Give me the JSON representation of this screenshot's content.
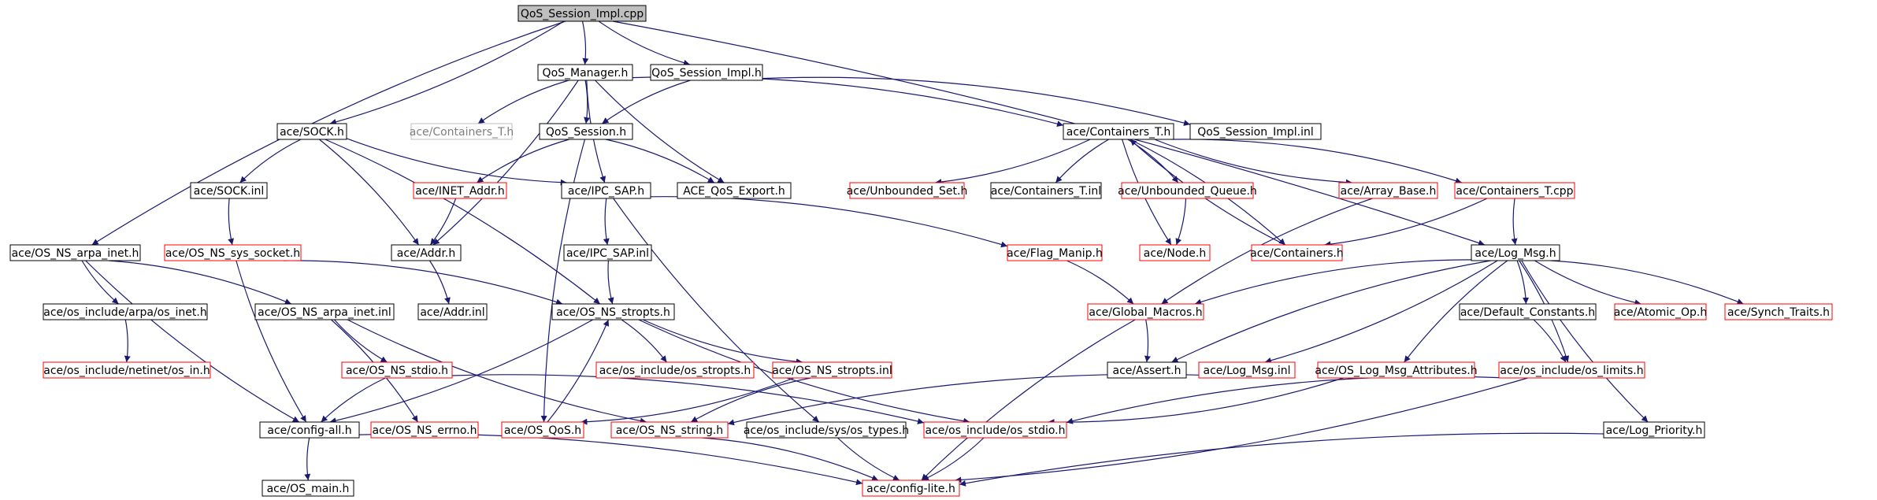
{
  "colors": {
    "edge": "#191970",
    "root_fill": "#bfbfbf",
    "external_border": "#ff0000",
    "documented_border": "#000000",
    "undocumented_border": "#bfbfbf",
    "undocumented_text": "#7f7f7f"
  },
  "nodes": [
    {
      "id": "root",
      "label": "QoS_Session_Impl.cpp",
      "kind": "root"
    },
    {
      "id": "qos_manager_h",
      "label": "QoS_Manager.h",
      "kind": "documented"
    },
    {
      "id": "qos_session_impl_h",
      "label": "QoS_Session_Impl.h",
      "kind": "documented"
    },
    {
      "id": "ace_sock_h",
      "label": "ace/SOCK.h",
      "kind": "documented"
    },
    {
      "id": "ace_containers_t_h_grey",
      "label": "ace/Containers_T.h",
      "kind": "undocumented"
    },
    {
      "id": "qos_session_h",
      "label": "QoS_Session.h",
      "kind": "documented"
    },
    {
      "id": "ace_containers_t_h",
      "label": "ace/Containers_T.h",
      "kind": "documented"
    },
    {
      "id": "qos_session_impl_inl",
      "label": "QoS_Session_Impl.inl",
      "kind": "documented"
    },
    {
      "id": "ace_sock_inl",
      "label": "ace/SOCK.inl",
      "kind": "documented"
    },
    {
      "id": "ace_inet_addr_h",
      "label": "ace/INET_Addr.h",
      "kind": "external"
    },
    {
      "id": "ace_ipc_sap_h",
      "label": "ace/IPC_SAP.h",
      "kind": "documented"
    },
    {
      "id": "ace_qos_export_h",
      "label": "ACE_QoS_Export.h",
      "kind": "documented"
    },
    {
      "id": "ace_unbounded_set_h",
      "label": "ace/Unbounded_Set.h",
      "kind": "external"
    },
    {
      "id": "ace_containers_t_inl",
      "label": "ace/Containers_T.inl",
      "kind": "documented"
    },
    {
      "id": "ace_unbounded_queue_h",
      "label": "ace/Unbounded_Queue.h",
      "kind": "external"
    },
    {
      "id": "ace_array_base_h",
      "label": "ace/Array_Base.h",
      "kind": "external"
    },
    {
      "id": "ace_containers_t_cpp",
      "label": "ace/Containers_T.cpp",
      "kind": "external"
    },
    {
      "id": "ace_os_ns_arpa_inet_h",
      "label": "ace/OS_NS_arpa_inet.h",
      "kind": "documented"
    },
    {
      "id": "ace_os_ns_sys_socket_h",
      "label": "ace/OS_NS_sys_socket.h",
      "kind": "external"
    },
    {
      "id": "ace_addr_h",
      "label": "ace/Addr.h",
      "kind": "documented"
    },
    {
      "id": "ace_ipc_sap_inl",
      "label": "ace/IPC_SAP.inl",
      "kind": "documented"
    },
    {
      "id": "ace_flag_manip_h",
      "label": "ace/Flag_Manip.h",
      "kind": "external"
    },
    {
      "id": "ace_node_h",
      "label": "ace/Node.h",
      "kind": "external"
    },
    {
      "id": "ace_containers_h",
      "label": "ace/Containers.h",
      "kind": "external"
    },
    {
      "id": "ace_log_msg_h",
      "label": "ace/Log_Msg.h",
      "kind": "documented"
    },
    {
      "id": "ace_os_include_arpa_os_inet_h",
      "label": "ace/os_include/arpa/os_inet.h",
      "kind": "documented"
    },
    {
      "id": "ace_os_ns_arpa_inet_inl",
      "label": "ace/OS_NS_arpa_inet.inl",
      "kind": "documented"
    },
    {
      "id": "ace_addr_inl",
      "label": "ace/Addr.inl",
      "kind": "documented"
    },
    {
      "id": "ace_os_ns_stropts_h",
      "label": "ace/OS_NS_stropts.h",
      "kind": "documented"
    },
    {
      "id": "ace_global_macros_h",
      "label": "ace/Global_Macros.h",
      "kind": "external"
    },
    {
      "id": "ace_default_constants_h",
      "label": "ace/Default_Constants.h",
      "kind": "documented"
    },
    {
      "id": "ace_atomic_op_h",
      "label": "ace/Atomic_Op.h",
      "kind": "external"
    },
    {
      "id": "ace_synch_traits_h",
      "label": "ace/Synch_Traits.h",
      "kind": "external"
    },
    {
      "id": "ace_os_include_netinet_os_in_h",
      "label": "ace/os_include/netinet/os_in.h",
      "kind": "external"
    },
    {
      "id": "ace_os_ns_stdio_h",
      "label": "ace/OS_NS_stdio.h",
      "kind": "external"
    },
    {
      "id": "ace_os_include_os_stropts_h",
      "label": "ace/os_include/os_stropts.h",
      "kind": "external"
    },
    {
      "id": "ace_os_ns_stropts_inl",
      "label": "ace/OS_NS_stropts.inl",
      "kind": "external"
    },
    {
      "id": "ace_assert_h",
      "label": "ace/Assert.h",
      "kind": "documented"
    },
    {
      "id": "ace_log_msg_inl",
      "label": "ace/Log_Msg.inl",
      "kind": "external"
    },
    {
      "id": "ace_os_log_msg_attributes_h",
      "label": "ace/OS_Log_Msg_Attributes.h",
      "kind": "external"
    },
    {
      "id": "ace_os_include_os_limits_h",
      "label": "ace/os_include/os_limits.h",
      "kind": "external"
    },
    {
      "id": "ace_config_all_h",
      "label": "ace/config-all.h",
      "kind": "documented"
    },
    {
      "id": "ace_os_ns_errno_h",
      "label": "ace/OS_NS_errno.h",
      "kind": "external"
    },
    {
      "id": "ace_os_qos_h",
      "label": "ace/OS_QoS.h",
      "kind": "external"
    },
    {
      "id": "ace_os_ns_string_h",
      "label": "ace/OS_NS_string.h",
      "kind": "external"
    },
    {
      "id": "ace_os_include_sys_os_types_h",
      "label": "ace/os_include/sys/os_types.h",
      "kind": "documented"
    },
    {
      "id": "ace_os_include_os_stdio_h",
      "label": "ace/os_include/os_stdio.h",
      "kind": "external"
    },
    {
      "id": "ace_log_priority_h",
      "label": "ace/Log_Priority.h",
      "kind": "documented"
    },
    {
      "id": "ace_os_main_h",
      "label": "ace/OS_main.h",
      "kind": "documented"
    },
    {
      "id": "ace_config_lite_h",
      "label": "ace/config-lite.h",
      "kind": "external"
    }
  ],
  "edges": [
    [
      "root",
      "qos_manager_h"
    ],
    [
      "root",
      "qos_session_impl_h"
    ],
    [
      "root",
      "ace_sock_h"
    ],
    [
      "root",
      "ace_os_ns_arpa_inet_h"
    ],
    [
      "root",
      "ace_log_msg_h"
    ],
    [
      "qos_manager_h",
      "ace_containers_t_h_grey"
    ],
    [
      "qos_manager_h",
      "qos_session_h"
    ],
    [
      "qos_manager_h",
      "ace_qos_export_h"
    ],
    [
      "qos_manager_h",
      "ace_addr_h"
    ],
    [
      "qos_manager_h",
      "ace_ipc_sap_h"
    ],
    [
      "qos_manager_h",
      "ace_containers_t_h"
    ],
    [
      "qos_session_impl_h",
      "qos_session_h"
    ],
    [
      "qos_session_impl_h",
      "qos_session_impl_inl"
    ],
    [
      "ace_sock_h",
      "ace_sock_inl"
    ],
    [
      "ace_sock_h",
      "ace_addr_h"
    ],
    [
      "ace_sock_h",
      "ace_ipc_sap_h"
    ],
    [
      "ace_sock_h",
      "ace_os_ns_stropts_h"
    ],
    [
      "qos_session_h",
      "ace_inet_addr_h"
    ],
    [
      "qos_session_h",
      "ace_qos_export_h"
    ],
    [
      "qos_session_h",
      "ace_os_qos_h"
    ],
    [
      "ace_containers_t_h",
      "ace_unbounded_set_h"
    ],
    [
      "ace_containers_t_h",
      "ace_containers_t_inl"
    ],
    [
      "ace_containers_t_h",
      "ace_unbounded_queue_h"
    ],
    [
      "ace_containers_t_h",
      "ace_array_base_h"
    ],
    [
      "ace_containers_t_h",
      "ace_containers_t_cpp"
    ],
    [
      "ace_containers_t_h",
      "ace_node_h"
    ],
    [
      "ace_containers_t_h",
      "ace_containers_h"
    ],
    [
      "ace_sock_inl",
      "ace_os_ns_sys_socket_h"
    ],
    [
      "ace_inet_addr_h",
      "ace_addr_h"
    ],
    [
      "ace_ipc_sap_h",
      "ace_ipc_sap_inl"
    ],
    [
      "ace_ipc_sap_h",
      "ace_flag_manip_h"
    ],
    [
      "ace_ipc_sap_h",
      "ace_os_include_sys_os_types_h"
    ],
    [
      "ace_unbounded_queue_h",
      "ace_node_h"
    ],
    [
      "ace_array_base_h",
      "ace_global_macros_h"
    ],
    [
      "ace_containers_t_cpp",
      "ace_containers_h"
    ],
    [
      "ace_containers_t_cpp",
      "ace_log_msg_h"
    ],
    [
      "ace_containers_h",
      "ace_containers_t_h"
    ],
    [
      "ace_os_ns_arpa_inet_h",
      "ace_os_include_arpa_os_inet_h"
    ],
    [
      "ace_os_ns_arpa_inet_h",
      "ace_os_ns_arpa_inet_inl"
    ],
    [
      "ace_os_ns_arpa_inet_h",
      "ace_config_all_h"
    ],
    [
      "ace_os_ns_sys_socket_h",
      "ace_os_ns_stropts_h"
    ],
    [
      "ace_os_ns_sys_socket_h",
      "ace_config_all_h"
    ],
    [
      "ace_addr_h",
      "ace_addr_inl"
    ],
    [
      "ace_ipc_sap_inl",
      "ace_os_ns_stropts_h"
    ],
    [
      "ace_flag_manip_h",
      "ace_global_macros_h"
    ],
    [
      "ace_log_msg_h",
      "ace_global_macros_h"
    ],
    [
      "ace_log_msg_h",
      "ace_default_constants_h"
    ],
    [
      "ace_log_msg_h",
      "ace_atomic_op_h"
    ],
    [
      "ace_log_msg_h",
      "ace_synch_traits_h"
    ],
    [
      "ace_log_msg_h",
      "ace_assert_h"
    ],
    [
      "ace_log_msg_h",
      "ace_log_msg_inl"
    ],
    [
      "ace_log_msg_h",
      "ace_os_log_msg_attributes_h"
    ],
    [
      "ace_log_msg_h",
      "ace_os_include_os_limits_h"
    ],
    [
      "ace_log_msg_h",
      "ace_log_priority_h"
    ],
    [
      "ace_os_include_arpa_os_inet_h",
      "ace_os_include_netinet_os_in_h"
    ],
    [
      "ace_os_ns_arpa_inet_inl",
      "ace_os_ns_stdio_h"
    ],
    [
      "ace_os_ns_arpa_inet_inl",
      "ace_os_ns_errno_h"
    ],
    [
      "ace_os_ns_arpa_inet_inl",
      "ace_os_ns_string_h"
    ],
    [
      "ace_os_ns_stropts_h",
      "ace_os_include_os_stropts_h"
    ],
    [
      "ace_os_ns_stropts_h",
      "ace_os_ns_stropts_inl"
    ],
    [
      "ace_os_ns_stropts_h",
      "ace_config_all_h"
    ],
    [
      "ace_os_ns_stropts_h",
      "ace_os_include_os_stdio_h"
    ],
    [
      "ace_global_macros_h",
      "ace_assert_h"
    ],
    [
      "ace_global_macros_h",
      "ace_config_lite_h"
    ],
    [
      "ace_default_constants_h",
      "ace_os_include_os_limits_h"
    ],
    [
      "ace_os_ns_stdio_h",
      "ace_config_all_h"
    ],
    [
      "ace_os_ns_stdio_h",
      "ace_os_include_os_stdio_h"
    ],
    [
      "ace_os_ns_stropts_inl",
      "ace_os_ns_string_h"
    ],
    [
      "ace_os_ns_stropts_inl",
      "ace_os_qos_h"
    ],
    [
      "ace_log_msg_inl",
      "ace_os_ns_string_h"
    ],
    [
      "ace_os_log_msg_attributes_h",
      "ace_os_include_os_stdio_h"
    ],
    [
      "ace_os_include_os_limits_h",
      "ace_os_include_os_stdio_h"
    ],
    [
      "ace_os_include_os_limits_h",
      "ace_config_lite_h"
    ],
    [
      "ace_config_all_h",
      "ace_os_main_h"
    ],
    [
      "ace_config_all_h",
      "ace_config_lite_h"
    ],
    [
      "ace_os_qos_h",
      "ace_os_ns_stropts_h"
    ],
    [
      "ace_os_ns_string_h",
      "ace_config_lite_h"
    ],
    [
      "ace_os_include_sys_os_types_h",
      "ace_config_lite_h"
    ],
    [
      "ace_os_include_os_stdio_h",
      "ace_config_lite_h"
    ],
    [
      "ace_log_priority_h",
      "ace_config_lite_h"
    ]
  ]
}
